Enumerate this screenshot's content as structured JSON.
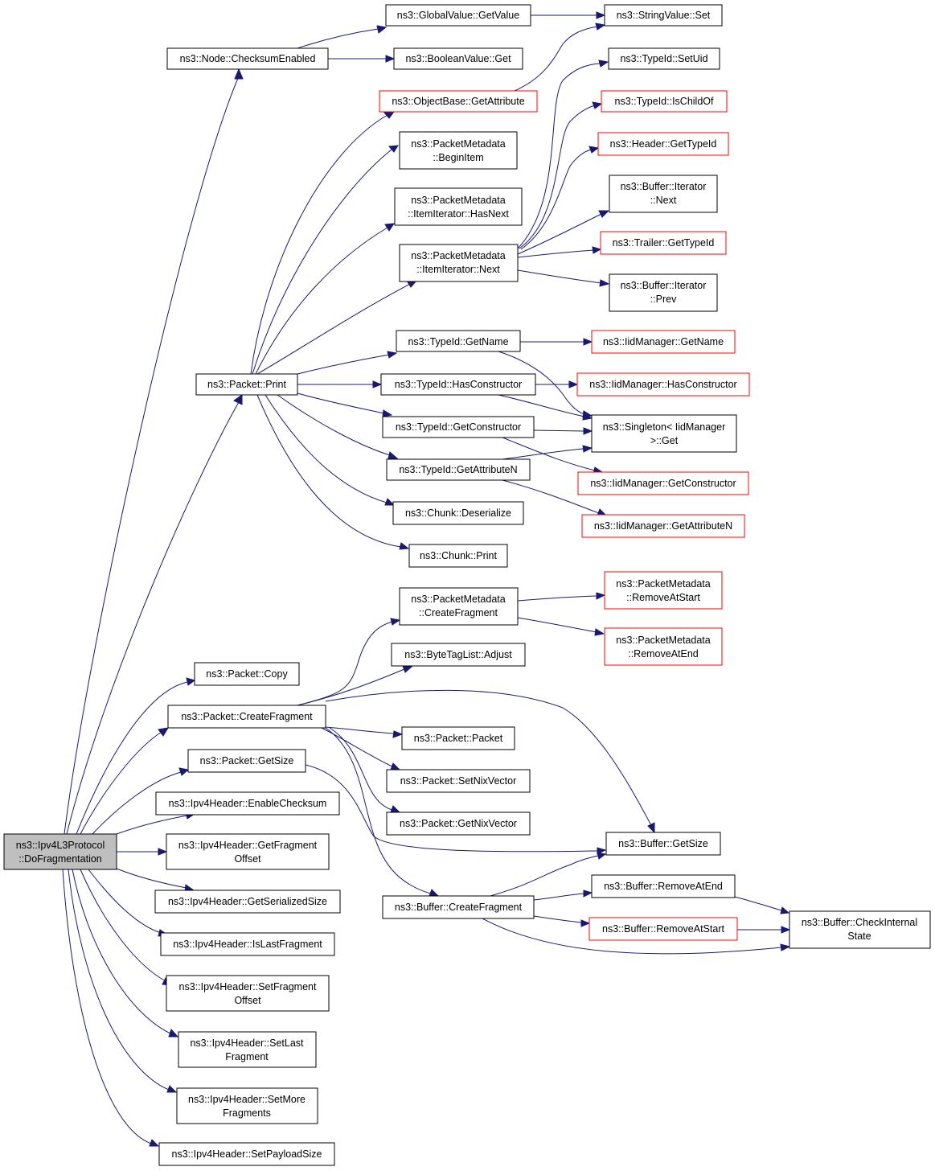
{
  "root": {
    "line1": "ns3::Ipv4L3Protocol",
    "line2": "::DoFragmentation"
  },
  "nodes": {
    "checksum_enabled": "ns3::Node::ChecksumEnabled",
    "globalvalue_getvalue": "ns3::GlobalValue::GetValue",
    "stringvalue_set": "ns3::StringValue::Set",
    "booleanvalue_get": "ns3::BooleanValue::Get",
    "typeid_setuid": "ns3::TypeId::SetUid",
    "objectbase_getattribute": "ns3::ObjectBase::GetAttribute",
    "typeid_ischildof": "ns3::TypeId::IsChildOf",
    "pm_beginitem": {
      "line1": "ns3::PacketMetadata",
      "line2": "::BeginItem"
    },
    "header_gettypeid": "ns3::Header::GetTypeId",
    "buffer_iterator_next": {
      "line1": "ns3::Buffer::Iterator",
      "line2": "::Next"
    },
    "pm_itemiterator_hasnext": {
      "line1": "ns3::PacketMetadata",
      "line2": "::ItemIterator::HasNext"
    },
    "pm_itemiterator_next": {
      "line1": "ns3::PacketMetadata",
      "line2": "::ItemIterator::Next"
    },
    "trailer_gettypeid": "ns3::Trailer::GetTypeId",
    "buffer_iterator_prev": {
      "line1": "ns3::Buffer::Iterator",
      "line2": "::Prev"
    },
    "typeid_getname": "ns3::TypeId::GetName",
    "iidmanager_getname": "ns3::IidManager::GetName",
    "packet_print": "ns3::Packet::Print",
    "typeid_hasconstructor": "ns3::TypeId::HasConstructor",
    "iidmanager_hasconstructor": "ns3::IidManager::HasConstructor",
    "singleton_get": {
      "line1": "ns3::Singleton< IidManager",
      "line2": ">::Get"
    },
    "typeid_getconstructor": "ns3::TypeId::GetConstructor",
    "typeid_getattributen": "ns3::TypeId::GetAttributeN",
    "iidmanager_getconstructor": "ns3::IidManager::GetConstructor",
    "chunk_deserialize": "ns3::Chunk::Deserialize",
    "iidmanager_getattributen": "ns3::IidManager::GetAttributeN",
    "chunk_print": "ns3::Chunk::Print",
    "pm_createfragment": {
      "line1": "ns3::PacketMetadata",
      "line2": "::CreateFragment"
    },
    "pm_removeatstart": {
      "line1": "ns3::PacketMetadata",
      "line2": "::RemoveAtStart"
    },
    "pm_removeatend": {
      "line1": "ns3::PacketMetadata",
      "line2": "::RemoveAtEnd"
    },
    "bytetaglist_adjust": "ns3::ByteTagList::Adjust",
    "packet_copy": "ns3::Packet::Copy",
    "packet_createfragment": "ns3::Packet::CreateFragment",
    "packet_packet": "ns3::Packet::Packet",
    "packet_getsize": "ns3::Packet::GetSize",
    "packet_setnixvector": "ns3::Packet::SetNixVector",
    "ipv4header_enablechecksum": "ns3::Ipv4Header::EnableChecksum",
    "packet_getnixvector": "ns3::Packet::GetNixVector",
    "ipv4header_getfragmentoffset": {
      "line1": "ns3::Ipv4Header::GetFragment",
      "line2": "Offset"
    },
    "buffer_getsize": "ns3::Buffer::GetSize",
    "buffer_removeatend": "ns3::Buffer::RemoveAtEnd",
    "ipv4header_getserializedsize": "ns3::Ipv4Header::GetSerializedSize",
    "buffer_createfragment": "ns3::Buffer::CreateFragment",
    "buffer_checkinternalstate": {
      "line1": "ns3::Buffer::CheckInternal",
      "line2": "State"
    },
    "buffer_removeatstart": "ns3::Buffer::RemoveAtStart",
    "ipv4header_islastfragment": "ns3::Ipv4Header::IsLastFragment",
    "ipv4header_setfragmentoffset": {
      "line1": "ns3::Ipv4Header::SetFragment",
      "line2": "Offset"
    },
    "ipv4header_setlastfragment": {
      "line1": "ns3::Ipv4Header::SetLast",
      "line2": "Fragment"
    },
    "ipv4header_setmorefragments": {
      "line1": "ns3::Ipv4Header::SetMore",
      "line2": "Fragments"
    },
    "ipv4header_setpayloadsize": "ns3::Ipv4Header::SetPayloadSize"
  },
  "colors": {
    "edge": "#191970",
    "red_border": "#ff0000",
    "root_fill": "#bfbfbf"
  }
}
